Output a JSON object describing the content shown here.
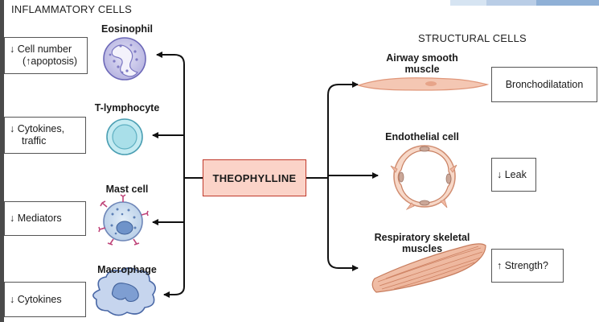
{
  "headers": {
    "inflammatory": "INFLAMMATORY CELLS",
    "structural": "STRUCTURAL CELLS"
  },
  "center": {
    "label": "THEOPHYLLINE"
  },
  "inflammatory_cells": [
    {
      "name": "Eosinophil",
      "effect_lines": [
        "↓ Cell number",
        "(↑apoptosis)"
      ]
    },
    {
      "name": "T-lymphocyte",
      "effect_lines": [
        "↓ Cytokines,",
        "traffic"
      ]
    },
    {
      "name": "Mast cell",
      "effect_lines": [
        "↓ Mediators"
      ]
    },
    {
      "name": "Macrophage",
      "effect_lines": [
        "↓ Cytokines"
      ]
    }
  ],
  "structural_cells": [
    {
      "name_lines": [
        "Airway smooth",
        "muscle"
      ],
      "effect": "Bronchodilatation"
    },
    {
      "name_lines": [
        "Endothelial cell"
      ],
      "effect": "↓ Leak"
    },
    {
      "name_lines": [
        "Respiratory skeletal",
        "muscles"
      ],
      "effect": "↑ Strength?"
    }
  ],
  "colors": {
    "theophylline_fill": "#fbd3c8",
    "theophylline_border": "#c0392b",
    "eosinophil_fill": "#c9c7ea",
    "lymphocyte_fill": "#b9e6ee",
    "mastcell_fill": "#c9dcef",
    "macrophage_fill": "#c3d3ee",
    "muscle_fill": "#f2c0aa"
  }
}
